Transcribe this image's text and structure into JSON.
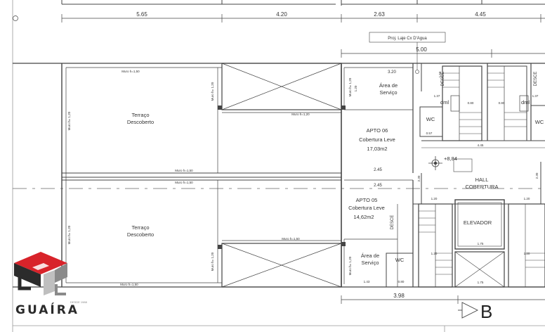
{
  "dimensions": {
    "top_1": "5.65",
    "top_2": "4.20",
    "top_3": "2.63",
    "top_4": "4.45",
    "total": "5.00",
    "bottom": "3.98"
  },
  "callout": "Proj. Laje Cx D'Agua",
  "rooms": {
    "terrace_top_line1": "Terraço",
    "terrace_top_line2": "Descoberto",
    "terrace_bottom_line1": "Terraço",
    "terrace_bottom_line2": "Descoberto",
    "service_top_line1": "Área de",
    "service_top_line2": "Serviço",
    "service_bottom_line1": "Área de",
    "service_bottom_line2": "Serviço",
    "apt06_line1": "APTO 06",
    "apt06_line2": "Cobertura Leve",
    "apt06_line3": "17,03m2",
    "apt05_line1": "APTO 05",
    "apt05_line2": "Cobertura Leve",
    "apt05_line3": "14,62m2",
    "wc": "WC",
    "dml": "dml",
    "elevator": "ELEVADOR",
    "hall_line1": "HALL",
    "hall_line2": "COBERTURA",
    "stairs": "DESCE"
  },
  "walls": {
    "parapet": "Muro h=1,50",
    "parapet_low": "Muro h=1,20",
    "parapet_side": "Muro h= 1,20"
  },
  "level": "+8,84",
  "small_dims": {
    "d320": "3.20",
    "d120": "1.20",
    "d137": "1.37",
    "d080": "0.80",
    "d057": "0.57",
    "d445": "4.45",
    "d245": "2.45",
    "d230": "2.30",
    "d175": "1.75",
    "d143": "1.43",
    "d150": "1.50"
  },
  "section_marker": "B",
  "logo": {
    "name": "GUAÍRA",
    "tagline": "DESDE 1988"
  },
  "colors": {
    "line": "#444444",
    "logo_red": "#d8232a",
    "logo_dark": "#2b2b2b",
    "logo_grey": "#8a8a8a"
  }
}
